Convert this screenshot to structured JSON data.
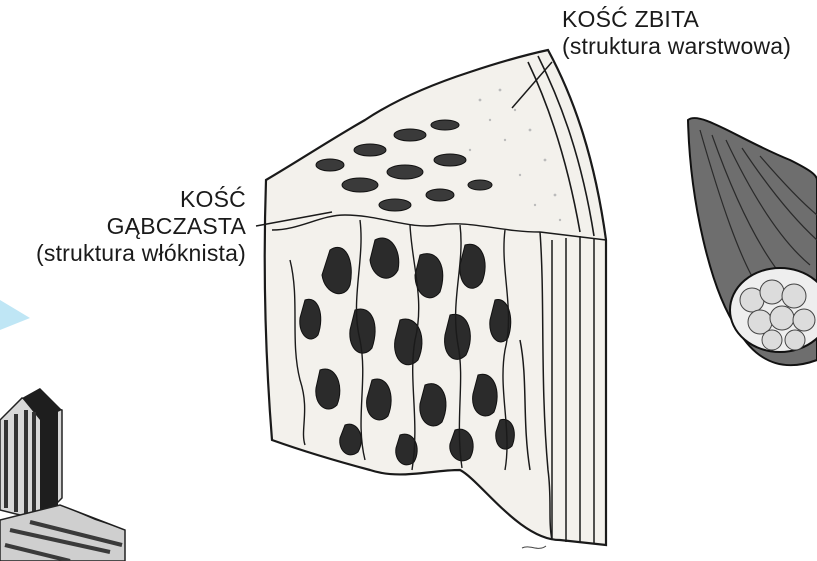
{
  "labels": {
    "compact_bone": {
      "line1": "KOŚĆ ZBITA",
      "line2": "(struktura warstwowa)"
    },
    "spongy_bone": {
      "line1": "KOŚĆ",
      "line2": "GĄBCZASTA",
      "line3": "(struktura włóknista)"
    }
  },
  "colors": {
    "ink": "#1a1a1a",
    "bone_fill": "#f3f1ec",
    "background": "#ffffff",
    "muscle_fill": "#6e6e6e",
    "model_dark": "#1e1e1e",
    "accent_cyan": "#bfe6f5"
  }
}
